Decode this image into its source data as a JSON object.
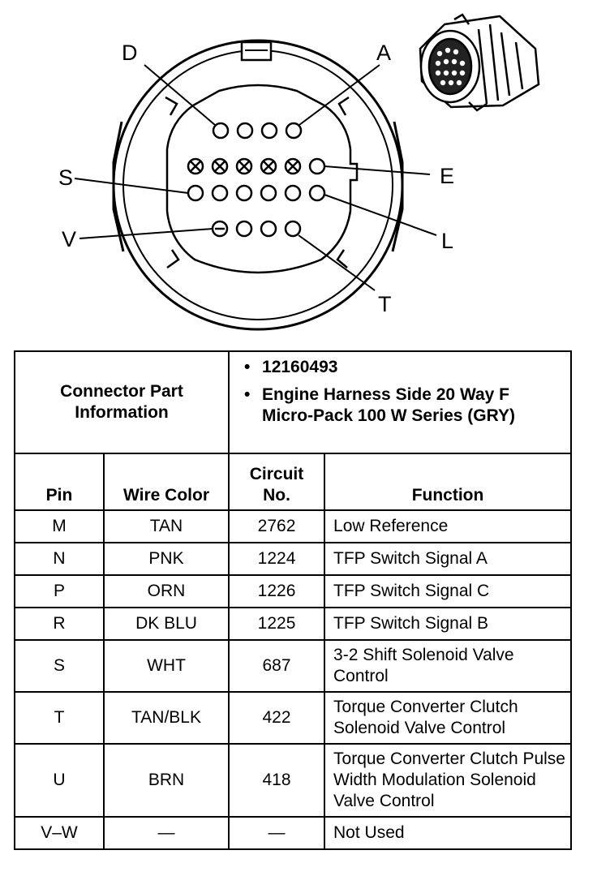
{
  "diagram": {
    "callout_labels": {
      "D": "D",
      "A": "A",
      "S": "S",
      "E": "E",
      "V": "V",
      "L": "L",
      "T": "T"
    }
  },
  "connector_info": {
    "title": "Connector Part Information",
    "part_number": "12160493",
    "description": "Engine Harness Side 20 Way F Micro-Pack 100 W Series (GRY)"
  },
  "table": {
    "headers": {
      "pin": "Pin",
      "wire_color": "Wire Color",
      "circuit_no": "Circuit No.",
      "function": "Function"
    },
    "rows": [
      {
        "pin": "M",
        "wire_color": "TAN",
        "circuit": "2762",
        "function": "Low Reference"
      },
      {
        "pin": "N",
        "wire_color": "PNK",
        "circuit": "1224",
        "function": "TFP Switch Signal A"
      },
      {
        "pin": "P",
        "wire_color": "ORN",
        "circuit": "1226",
        "function": "TFP Switch Signal C"
      },
      {
        "pin": "R",
        "wire_color": "DK BLU",
        "circuit": "1225",
        "function": "TFP Switch Signal B"
      },
      {
        "pin": "S",
        "wire_color": "WHT",
        "circuit": "687",
        "function": "3-2 Shift Solenoid Valve Control"
      },
      {
        "pin": "T",
        "wire_color": "TAN/BLK",
        "circuit": "422",
        "function": "Torque Converter Clutch Solenoid Valve Control"
      },
      {
        "pin": "U",
        "wire_color": "BRN",
        "circuit": "418",
        "function": "Torque Converter Clutch Pulse Width Modulation Solenoid Valve Control"
      },
      {
        "pin": "V–W",
        "wire_color": "—",
        "circuit": "—",
        "function": "Not Used"
      }
    ]
  }
}
